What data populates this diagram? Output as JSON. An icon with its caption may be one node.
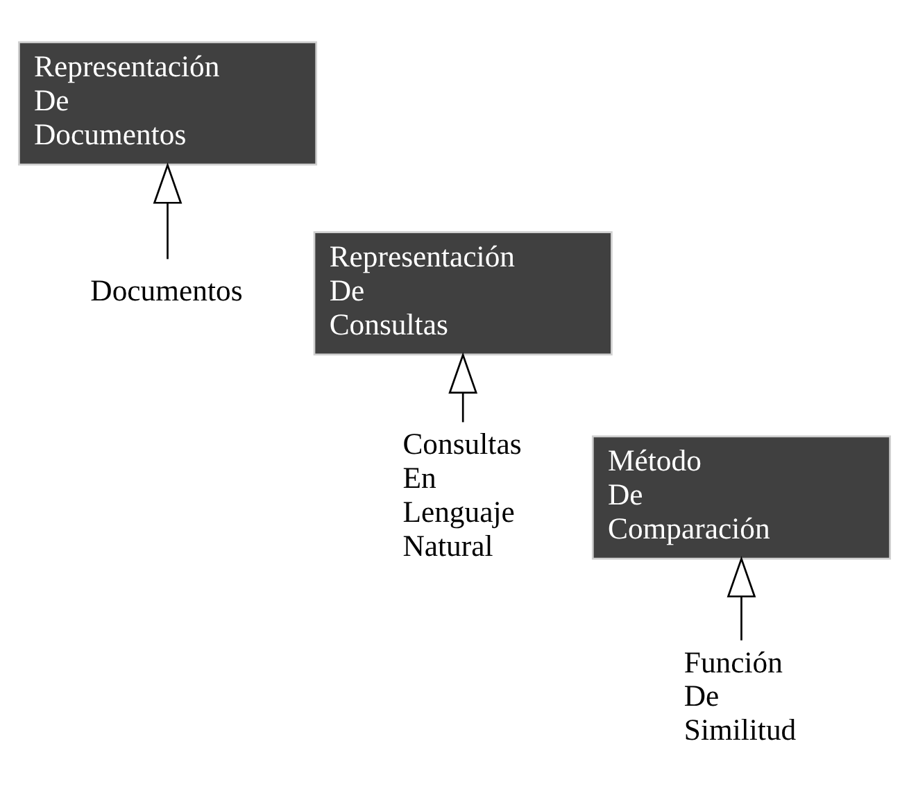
{
  "diagram": {
    "nodes": [
      {
        "text": [
          "Representación De Documentos"
        ]
      },
      {
        "text": [
          "Representación De Consultas"
        ]
      },
      {
        "text": [
          "Método De Comparación"
        ]
      },
      {
        "text": [
          "Documentos"
        ]
      },
      {
        "text": [
          "Consultas En Lenguaje Natural"
        ]
      },
      {
        "text": [
          "Función De Similitud"
        ]
      }
    ],
    "edges": [
      {
        "from": 3,
        "to": 0,
        "arrow": "to"
      },
      {
        "from": 4,
        "to": 1,
        "arrow": "to"
      },
      {
        "from": 5,
        "to": 2,
        "arrow": "to"
      }
    ]
  }
}
